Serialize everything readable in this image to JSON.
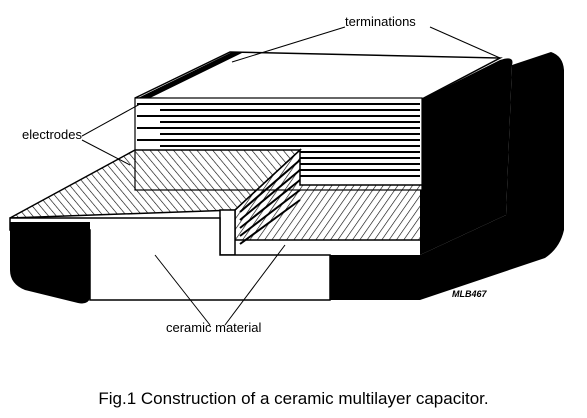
{
  "labels": {
    "terminations": "terminations",
    "electrodes": "electrodes",
    "ceramic_material": "ceramic material",
    "code": "MLB467"
  },
  "caption": "Fig.1  Construction of a ceramic multilayer capacitor.",
  "colors": {
    "ink": "#000000",
    "paper": "#ffffff"
  }
}
